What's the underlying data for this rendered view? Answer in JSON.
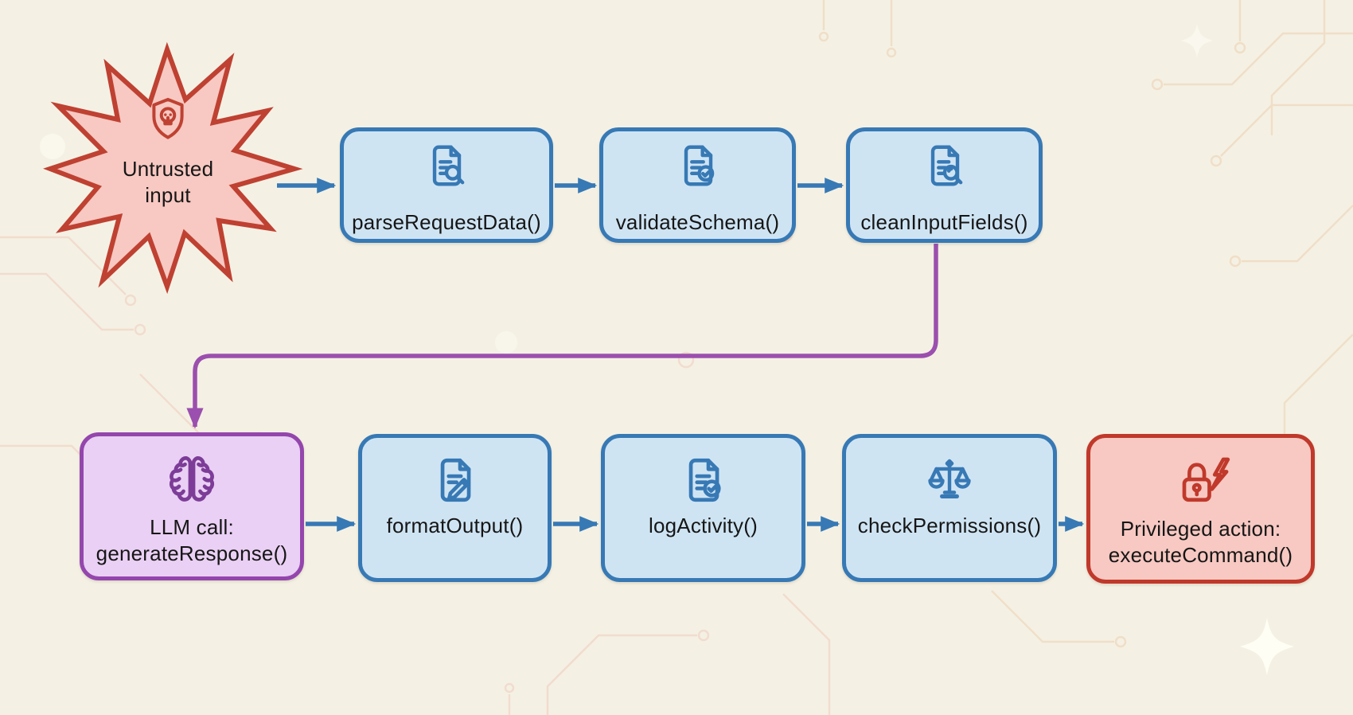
{
  "diagram": {
    "description": "Code flow diagram from untrusted input through parsing, validation, an LLM call and output handling to a privileged action",
    "background_color": "#f4f1e4",
    "circuit_trace_color": "#eed5b8",
    "sparkle_color": "#fffef6"
  },
  "colors": {
    "process_fill": "#cfe4f3",
    "process_border": "#3779b5",
    "process_icon": "#3779b5",
    "threat_fill": "#f7c9c2",
    "threat_border": "#bf4132",
    "threat_icon": "#bf4132",
    "llm_fill": "#ead0f4",
    "llm_border": "#9446ad",
    "llm_icon": "#7d3c98",
    "privileged_fill": "#f7c9c2",
    "privileged_border": "#c0392b",
    "privileged_icon": "#c0392b",
    "arrow_blue": "#3779b5",
    "arrow_purple": "#9b4fae",
    "label_color": "#161616",
    "bg_color": "#f4f1e4"
  },
  "nodes": [
    {
      "id": "untrusted-input",
      "type": "threat-burst",
      "icon": "skull-shield-icon",
      "label_line1": "Untrusted",
      "label_line2": "input"
    },
    {
      "id": "parse-request-data",
      "type": "process",
      "icon": "document-search-icon",
      "label": "parseRequestData()"
    },
    {
      "id": "validate-schema",
      "type": "process",
      "icon": "document-check-icon",
      "label": "validateSchema()"
    },
    {
      "id": "clean-input-fields",
      "type": "process",
      "icon": "document-search-icon",
      "label": "cleanInputFields()"
    },
    {
      "id": "llm-call",
      "type": "llm",
      "icon": "brain-icon",
      "label_line1": "LLM call:",
      "label_line2": "generateResponse()"
    },
    {
      "id": "format-output",
      "type": "process",
      "icon": "document-edit-icon",
      "label": "formatOutput()"
    },
    {
      "id": "log-activity",
      "type": "process",
      "icon": "document-check-icon",
      "label": "logActivity()"
    },
    {
      "id": "check-permissions",
      "type": "process",
      "icon": "scales-icon",
      "label": "checkPermissions()"
    },
    {
      "id": "execute-command",
      "type": "privileged",
      "icon": "lock-lightning-icon",
      "label_line1": "Privileged action:",
      "label_line2": "executeCommand()"
    }
  ],
  "edges": [
    {
      "from": "untrusted-input",
      "to": "parse-request-data",
      "color": "blue"
    },
    {
      "from": "parse-request-data",
      "to": "validate-schema",
      "color": "blue"
    },
    {
      "from": "validate-schema",
      "to": "clean-input-fields",
      "color": "blue"
    },
    {
      "from": "clean-input-fields",
      "to": "llm-call",
      "color": "purple"
    },
    {
      "from": "llm-call",
      "to": "format-output",
      "color": "blue"
    },
    {
      "from": "format-output",
      "to": "log-activity",
      "color": "blue"
    },
    {
      "from": "log-activity",
      "to": "check-permissions",
      "color": "blue"
    },
    {
      "from": "check-permissions",
      "to": "execute-command",
      "color": "blue"
    }
  ]
}
